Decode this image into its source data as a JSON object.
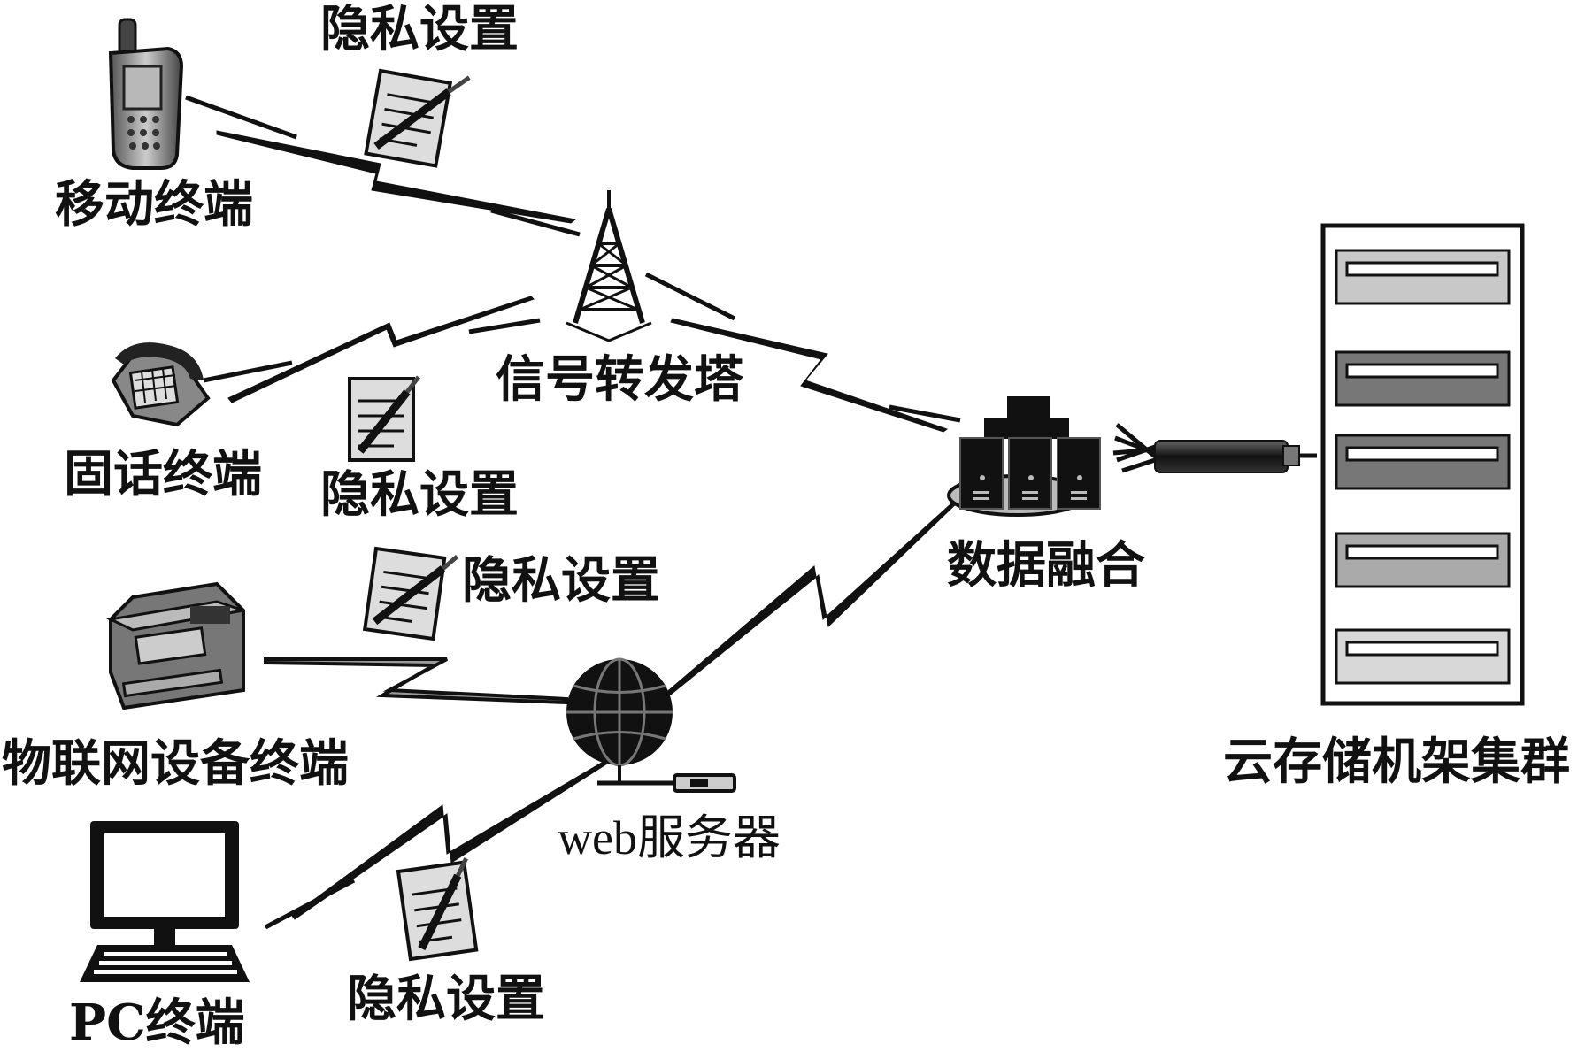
{
  "nodes": {
    "mobile": {
      "label": "移动终端",
      "icon": "mobile-phone-icon"
    },
    "landline": {
      "label": "固话终端",
      "icon": "desk-phone-icon"
    },
    "iot": {
      "label": "物联网设备终端",
      "icon": "fax-printer-icon"
    },
    "pc": {
      "label": "PC终端",
      "icon": "desktop-computer-icon"
    },
    "tower": {
      "label": "信号转发塔",
      "icon": "signal-tower-icon"
    },
    "web": {
      "label": "web服务器",
      "icon": "globe-icon"
    },
    "fusion": {
      "label": "数据融合",
      "icon": "server-stack-icon"
    },
    "cloud": {
      "label": "云存储机架集群",
      "icon": "server-rack-icon"
    }
  },
  "privacy_notes": [
    {
      "label": "隐私设置",
      "icon": "notepad-pen-icon"
    },
    {
      "label": "隐私设置",
      "icon": "notepad-pen-icon"
    },
    {
      "label": "隐私设置",
      "icon": "notepad-pen-icon"
    },
    {
      "label": "隐私设置",
      "icon": "notepad-pen-icon"
    }
  ],
  "colors": {
    "ink": "#111111",
    "rack_light": "#d9d9d9",
    "rack_dark": "#8c8c8c",
    "bolt_gray": "#9a9a9a"
  }
}
